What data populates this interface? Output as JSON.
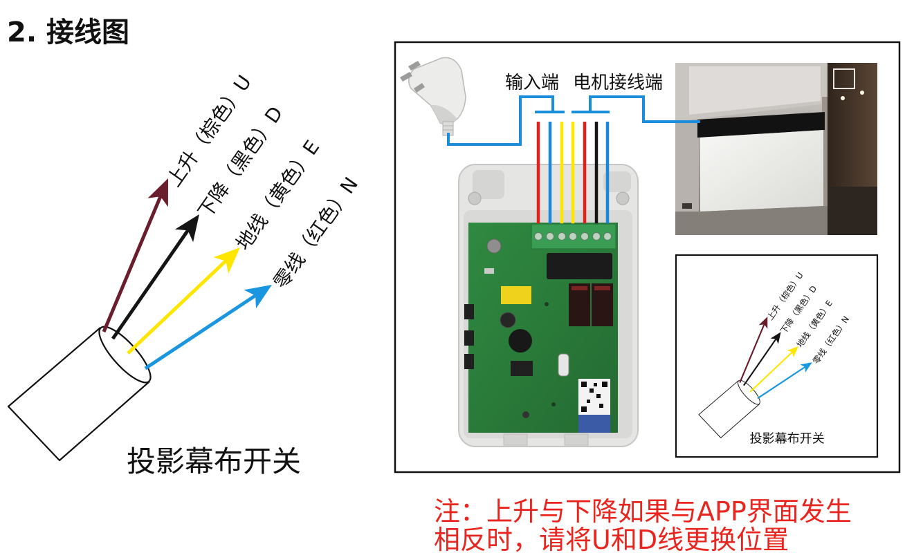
{
  "title": "2. 接线图",
  "wiring_diagram": {
    "cable_label": "投影幕布开关",
    "wires": [
      {
        "label": "上升（棕色）U",
        "color": "#6a1d2c"
      },
      {
        "label": "下降（黑色）D",
        "color": "#151515"
      },
      {
        "label": "地线（黄色）E",
        "color": "#ffe600"
      },
      {
        "label": "零线（红色）N",
        "color": "#1a96e0"
      }
    ]
  },
  "connection_panel": {
    "input_label": "输入端",
    "motor_label": "电机接线端",
    "line_color": "#1a8ddb",
    "terminal_wire_colors": [
      "#e3211c",
      "#1b87d8",
      "#ffe600",
      "#ffe600",
      "#e3211c",
      "#151515",
      "#1b87d8"
    ]
  },
  "note": {
    "lines": [
      "注：上升与下降如果与APP界面发生",
      "相反时，请将U和D线更换位置"
    ],
    "color": "#e8251f"
  }
}
